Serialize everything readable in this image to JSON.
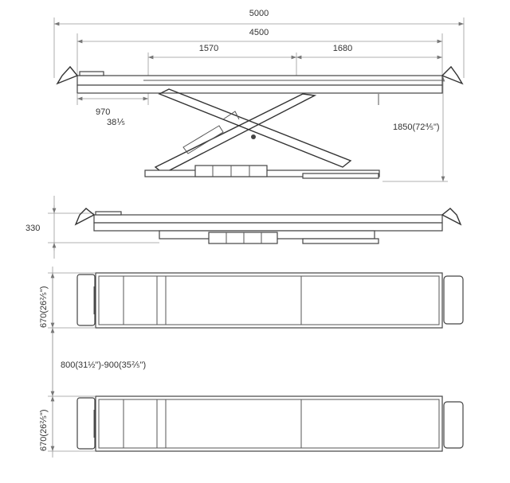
{
  "side_view": {
    "overall_length": "5000",
    "platform_length": "4500",
    "segment_left": "1570",
    "segment_right": "1680",
    "ramp_length_mm": "970",
    "ramp_length_in": "38⅕",
    "max_height": "1850(72⅘\")"
  },
  "lowered_view": {
    "min_height": "330"
  },
  "plan_view": {
    "platform_width_top": "670(26⅖\")",
    "gap_between": "800(31½\")-900(35⅖\")",
    "platform_width_bottom": "670(26⅖\")"
  }
}
